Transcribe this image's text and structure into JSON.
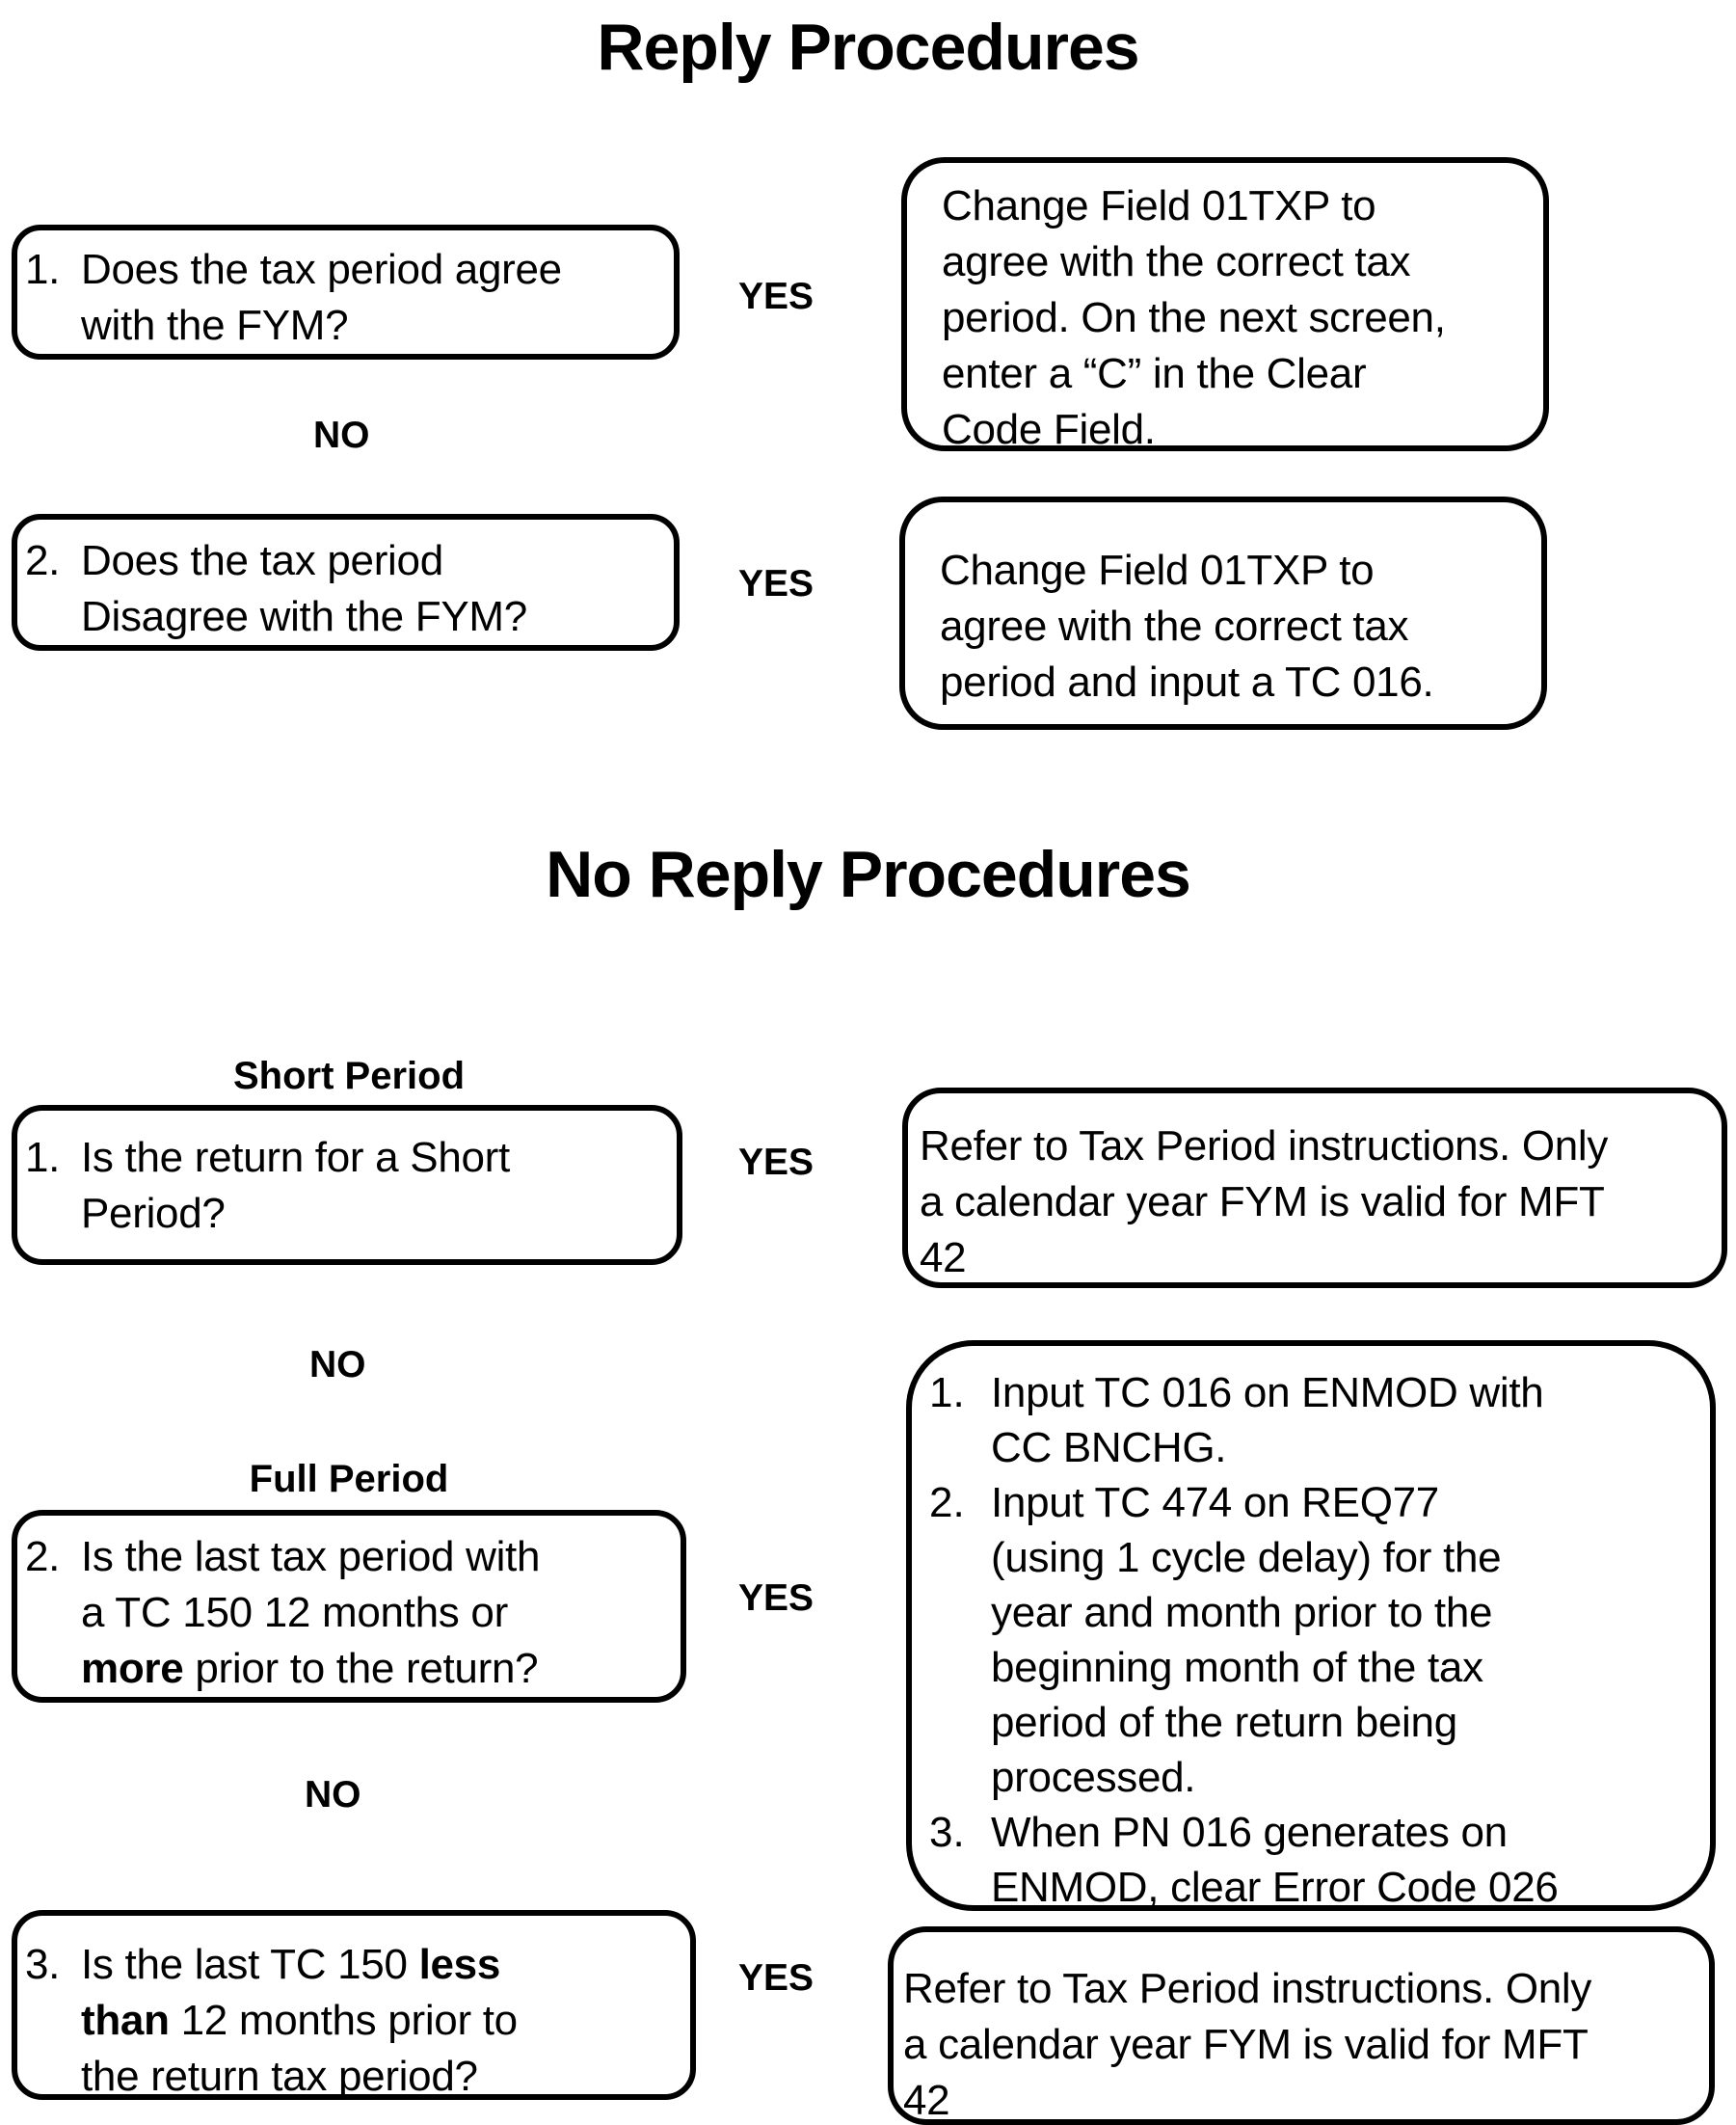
{
  "colors": {
    "ink": "#000000",
    "background": "#ffffff"
  },
  "labels": {
    "yes": "YES",
    "no": "NO"
  },
  "reply": {
    "title": "Reply Procedures",
    "q1": {
      "num": "1.",
      "text": "Does the tax period agree\nwith the FYM?"
    },
    "a1": "Change Field 01TXP to\nagree with the correct tax\nperiod. On the next screen,\nenter a “C” in the Clear\nCode Field.",
    "q2": {
      "num": "2.",
      "text": "Does the tax period\nDisagree with the FYM?"
    },
    "a2": "Change Field 01TXP to\nagree with the correct tax\nperiod and input a TC 016."
  },
  "no_reply": {
    "title": "No Reply Procedures",
    "short_period_heading": "Short Period",
    "full_period_heading": "Full Period",
    "q1": {
      "num": "1.",
      "text": "Is the return for a Short\nPeriod?"
    },
    "a1": "Refer to Tax Period instructions. Only\na calendar year FYM is valid for MFT\n42",
    "q2": {
      "num": "2.",
      "pre": "Is the last tax period with\na TC 150 12 months or\n",
      "bold": "more",
      "post": " prior to the return?"
    },
    "a2": {
      "items": [
        {
          "num": "1.",
          "text": "Input TC 016 on ENMOD with\nCC BNCHG."
        },
        {
          "num": "2.",
          "text": "Input TC 474 on REQ77\n(using 1 cycle delay) for the\nyear and month prior to the\nbeginning month of the tax\nperiod of the return being\nprocessed."
        },
        {
          "num": "3.",
          "text": "When PN 016 generates on\nENMOD, clear Error Code 026"
        }
      ]
    },
    "q3": {
      "num": "3.",
      "pre": "Is the last TC 150 ",
      "bold": "less\nthan",
      "post": " 12 months prior to\nthe return tax period?"
    },
    "a3": "Refer to Tax Period instructions. Only\na calendar year FYM is valid for MFT\n42"
  }
}
